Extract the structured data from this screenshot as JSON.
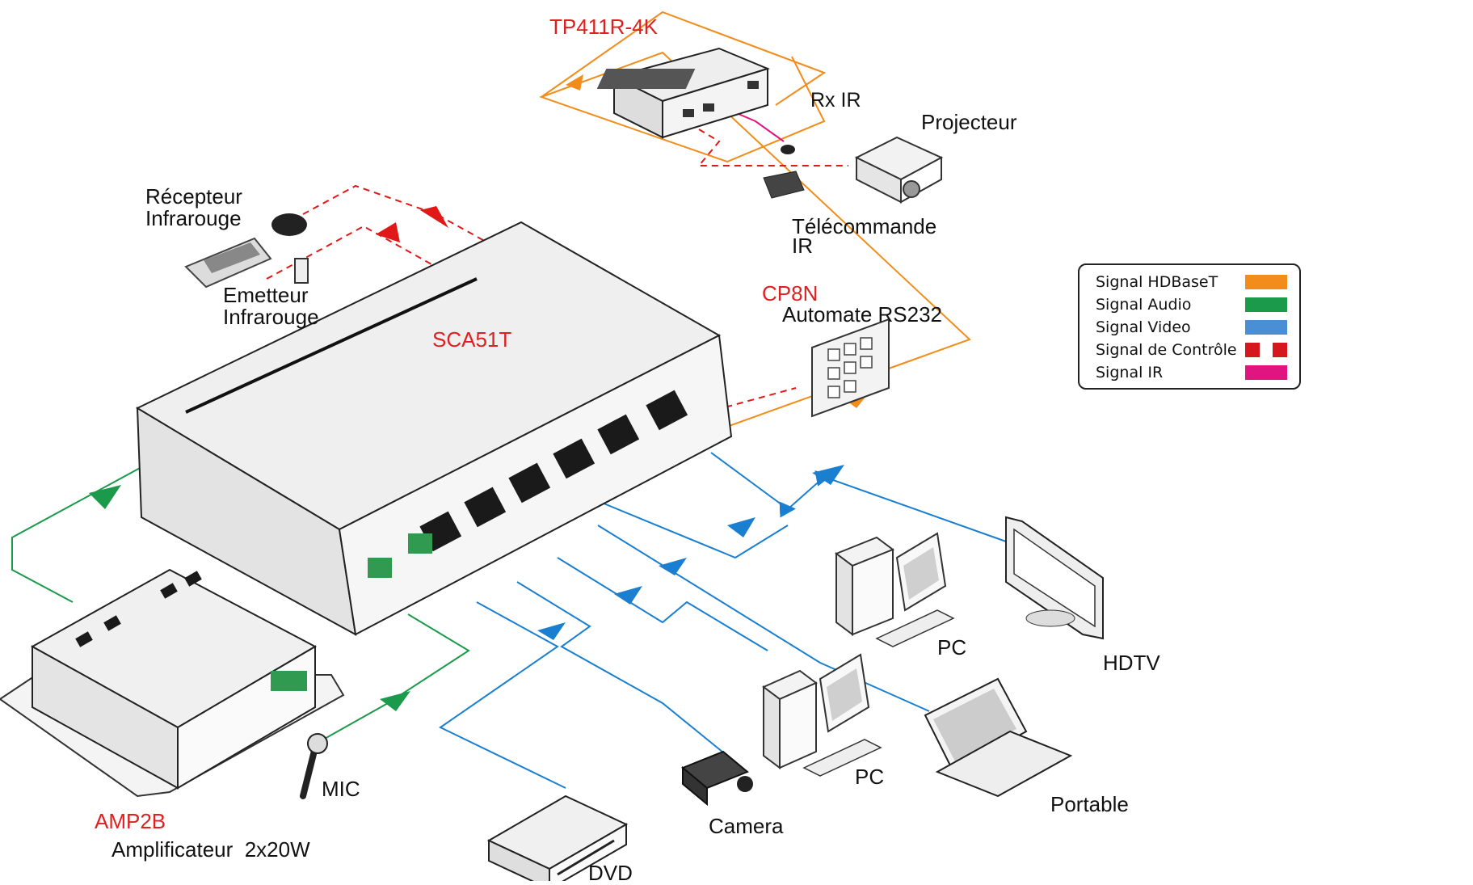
{
  "devices": {
    "tp411r": "TP411R-4K",
    "rx_ir": "Rx IR",
    "projecteur": "Projecteur",
    "telecommande": [
      "Télécommande",
      "IR"
    ],
    "recepteur": [
      "Récepteur",
      "Infrarouge"
    ],
    "emetteur": [
      "Emetteur",
      "Infrarouge"
    ],
    "cp8n": "CP8N",
    "automate": "Automate RS232",
    "sca51t": "SCA51T",
    "pc_top": "PC",
    "hdtv": "HDTV",
    "pc_bottom": "PC",
    "portable": "Portable",
    "camera": "Camera",
    "dvd": "DVD",
    "mic": "MIC",
    "amp2b": "AMP2B",
    "amplificateur": "Amplificateur  2x20W"
  },
  "legend": {
    "items": [
      {
        "label": "Signal HDBaseT",
        "color": "#f28c1a",
        "style": "solid"
      },
      {
        "label": "Signal Audio",
        "color": "#1a9a4a",
        "style": "solid"
      },
      {
        "label": "Signal Video",
        "color": "#4a8fd4",
        "style": "solid"
      },
      {
        "label": "Signal de Contrôle",
        "color": "#d6181e",
        "style": "dashed"
      },
      {
        "label": "Signal IR",
        "color": "#e0157f",
        "style": "solid"
      }
    ]
  },
  "colors": {
    "hdbaset": "#f28c1a",
    "audio": "#1a9a4a",
    "video": "#1a7fd0",
    "control": "#e01818",
    "ir": "#e0157f",
    "device_label_red": "#e02020"
  }
}
